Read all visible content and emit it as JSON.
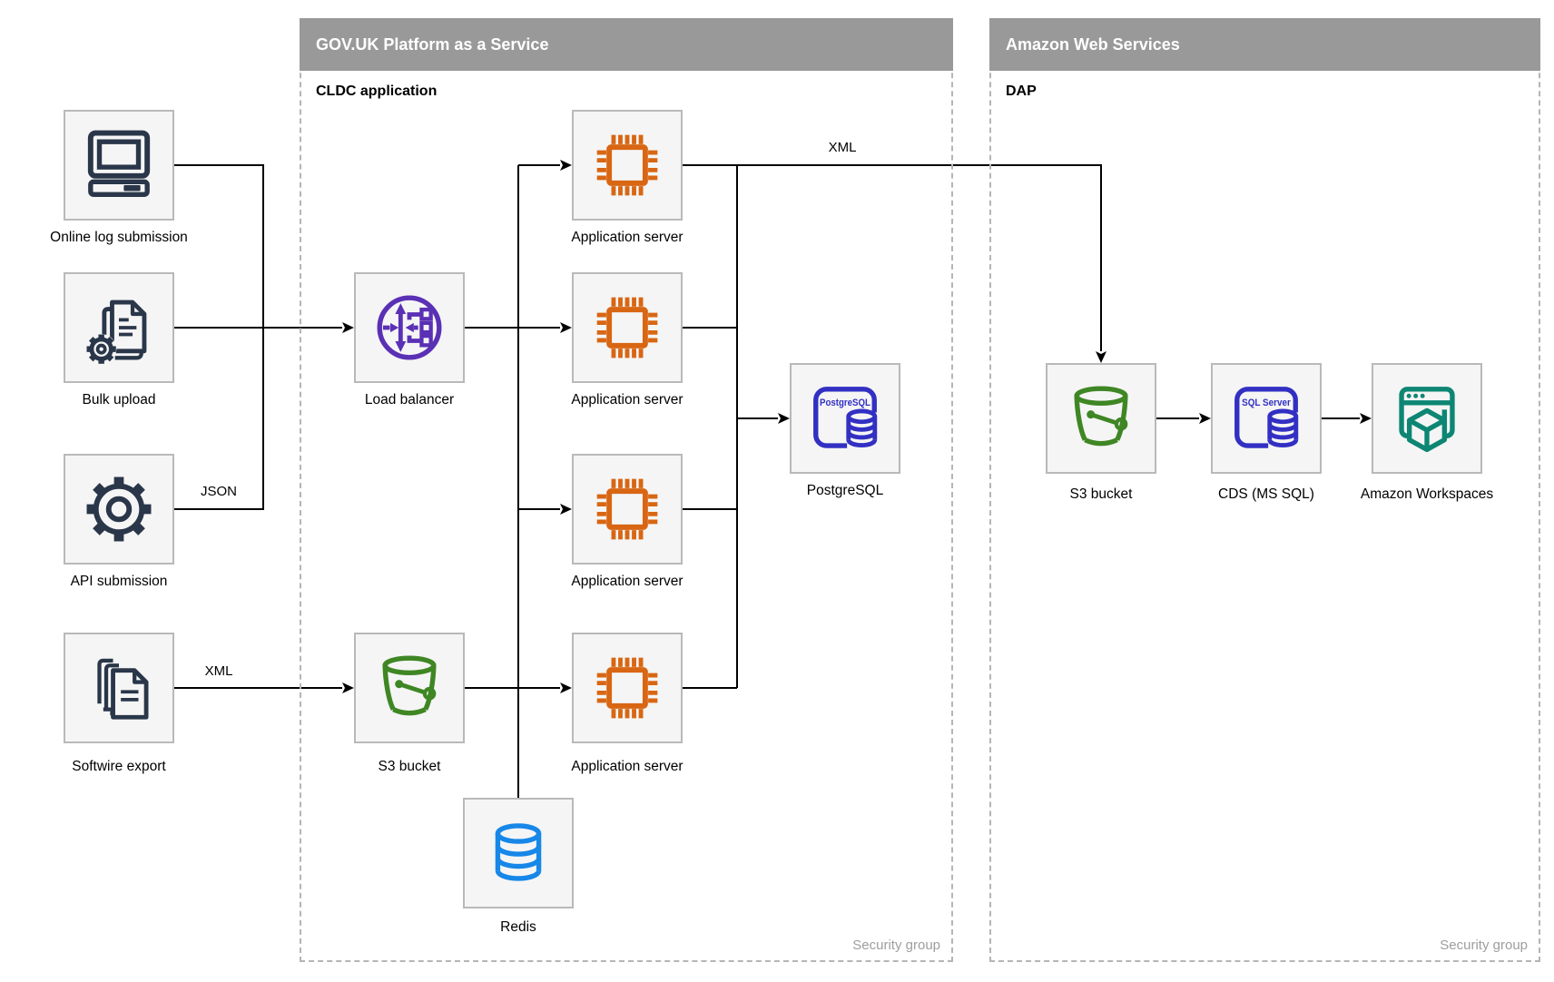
{
  "sources": {
    "online_log": {
      "label": "Online log submission"
    },
    "bulk_upload": {
      "label": "Bulk upload"
    },
    "api_submission": {
      "label": "API submission"
    },
    "softwire_export": {
      "label": "Softwire export"
    }
  },
  "govuk": {
    "title": "GOV.UK Platform as a Service",
    "sublabel": "CLDC application",
    "footer": "Security group",
    "load_balancer": {
      "label": "Load balancer"
    },
    "s3_bucket": {
      "label": "S3 bucket"
    },
    "app_server_1": {
      "label": "Application server"
    },
    "app_server_2": {
      "label": "Application server"
    },
    "app_server_3": {
      "label": "Application server"
    },
    "app_server_4": {
      "label": "Application server"
    },
    "redis": {
      "label": "Redis"
    },
    "postgresql": {
      "label": "PostgreSQL",
      "icon_text": "PostgreSQL"
    }
  },
  "aws": {
    "title": "Amazon Web Services",
    "sublabel": "DAP",
    "footer": "Security group",
    "s3_bucket": {
      "label": "S3 bucket"
    },
    "cds": {
      "label": "CDS (MS SQL)",
      "icon_text": "SQL Server"
    },
    "workspaces": {
      "label": "Amazon Workspaces"
    }
  },
  "edge_labels": {
    "json": "JSON",
    "xml_softwire": "XML",
    "xml_to_aws": "XML"
  },
  "colors": {
    "header_gray": "#999999",
    "box_fill": "#f5f5f5",
    "box_border": "#b9b9b9",
    "dashed_border": "#b5b5b5",
    "line_black": "#000000",
    "source_navy": "#2A3649",
    "load_balancer_purple": "#5A30B5",
    "app_server_orange": "#D86613",
    "bucket_green": "#3F8624",
    "database_blue": "#3230C3",
    "redis_blue": "#1787E8",
    "workspaces_teal": "#0D8673",
    "security_group_gray": "#9e9e9e"
  }
}
